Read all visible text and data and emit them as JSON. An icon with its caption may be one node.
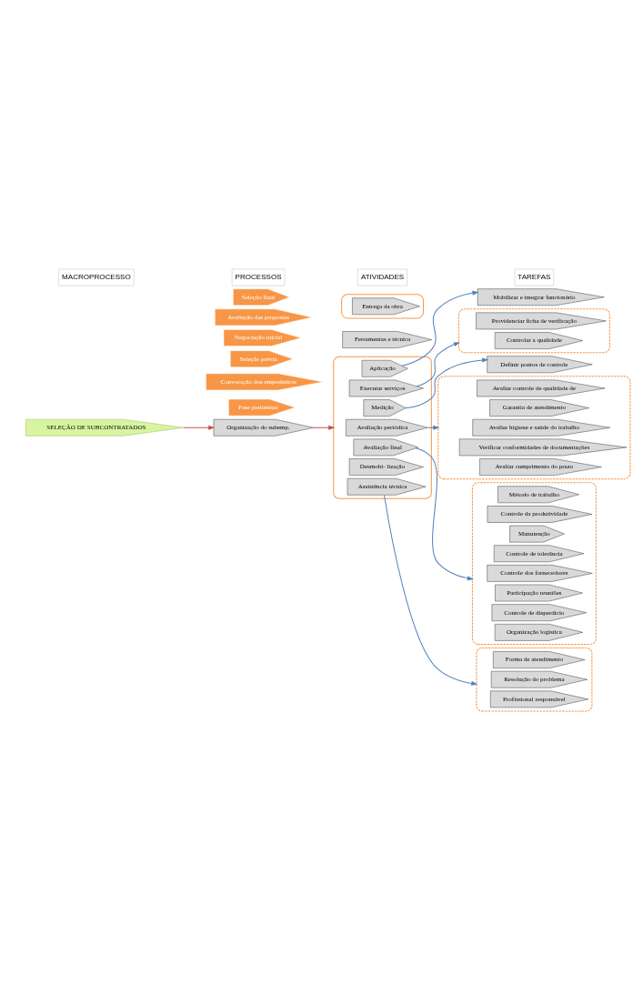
{
  "diagram": {
    "nodes": [
      {
        "text": [
          "SELEÇÃO DE SUBCONTRATADOS"
        ]
      },
      {
        "text": [
          "Fase preliminar"
        ]
      },
      {
        "text": [
          "Convocação dos empreiteiros"
        ]
      },
      {
        "text": [
          "Seleção prévia"
        ]
      },
      {
        "text": [
          "Negociação inicial"
        ]
      },
      {
        "text": [
          "Avaliação das propostas"
        ]
      },
      {
        "text": [
          "Seleção final"
        ]
      },
      {
        "text": [
          "Organização do subemp."
        ]
      },
      {
        "text": [],
        "shape": "box"
      },
      {
        "text": [
          "Aplicação"
        ],
        "in": 8
      },
      {
        "text": [
          "Executar serviços"
        ],
        "in": 8
      },
      {
        "text": [
          "Medição"
        ],
        "in": 8
      },
      {
        "text": [
          "Avaliação periódica"
        ],
        "in": 8
      },
      {
        "text": [
          "Avaliação final"
        ],
        "in": 8
      },
      {
        "text": [
          "Desmobi- lização"
        ],
        "in": 8
      },
      {
        "text": [
          "Assistência técnica"
        ],
        "in": 8
      },
      {
        "text": [
          "Ferramentas e técnica"
        ]
      },
      {
        "text": [],
        "shape": "box"
      },
      {
        "text": [
          "Entrega da obra"
        ],
        "in": 17
      },
      {
        "text": [
          "Mobilizar e integrar funcionário"
        ]
      },
      {
        "text": [],
        "shape": "box"
      },
      {
        "text": [
          "Providenciar ficha de verificação"
        ],
        "in": 20
      },
      {
        "text": [
          "Controlar a qualidade"
        ],
        "in": 20
      },
      {
        "text": [
          "Definir pontos de controle"
        ]
      },
      {
        "text": [],
        "shape": "box"
      },
      {
        "text": [
          "Avaliar controle de qualidade de"
        ],
        "in": 24
      },
      {
        "text": [
          "Garantia de atendimento"
        ],
        "in": 24
      },
      {
        "text": [
          "Avaliar higiene e saúde do trabalho"
        ],
        "in": 24
      },
      {
        "text": [
          "Verificar conformidades de documentações"
        ],
        "in": 24
      },
      {
        "text": [
          "Avaliar cumprimento do prazo"
        ],
        "in": 24
      },
      {
        "text": [],
        "shape": "box"
      },
      {
        "text": [
          "Método de trabalho"
        ],
        "in": 30
      },
      {
        "text": [
          "Controle da produtividade"
        ],
        "in": 30
      },
      {
        "text": [
          "Manutenção"
        ],
        "in": 30
      },
      {
        "text": [
          "Controle de tolerância"
        ],
        "in": 30
      },
      {
        "text": [
          "Controle dos fornecedores"
        ],
        "in": 30
      },
      {
        "text": [
          "Participação reuniões"
        ],
        "in": 30
      },
      {
        "text": [
          "Controle de disperdício"
        ],
        "in": 30
      },
      {
        "text": [
          "Organização logística"
        ],
        "in": 30
      },
      {
        "text": [],
        "shape": "box"
      },
      {
        "text": [
          "Forma de atendimento"
        ],
        "in": 39
      },
      {
        "text": [
          "Resolução do problema"
        ],
        "in": 39
      },
      {
        "text": [
          "Profissional responsável"
        ],
        "in": 39
      }
    ],
    "edges": [
      {
        "from": 0,
        "to": 7,
        "arrow": "to",
        "color": "#c0504d"
      },
      {
        "from": 7,
        "to": 8,
        "arrow": "to",
        "color": "#c0504d"
      },
      {
        "from": 9,
        "to": 19,
        "arrow": "to"
      },
      {
        "from": 10,
        "to": 20,
        "arrow": "to"
      },
      {
        "from": 11,
        "to": 23,
        "arrow": "to"
      },
      {
        "from": 12,
        "to": 24,
        "arrow": "to"
      },
      {
        "from": 13,
        "to": 30,
        "arrow": "to"
      },
      {
        "from": 15,
        "to": 39,
        "arrow": "to"
      }
    ],
    "labels": [
      "MACROPROCESSO",
      "PROCESSOS",
      "ATIVIDADES",
      "TAREFAS"
    ]
  }
}
